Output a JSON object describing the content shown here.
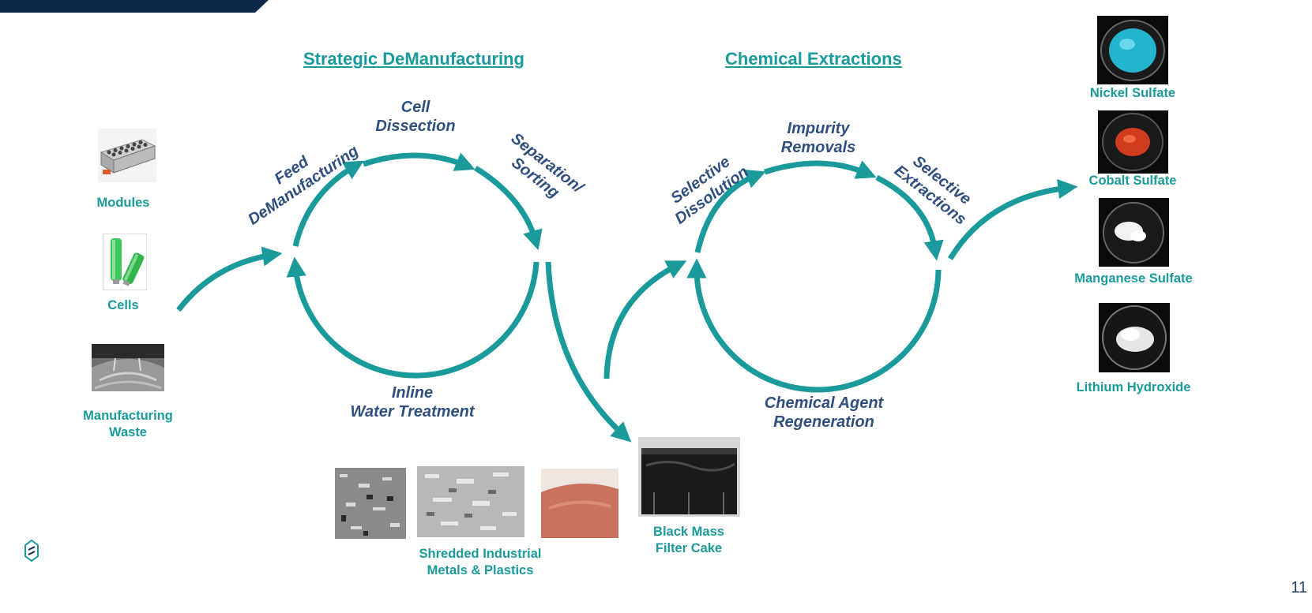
{
  "titles": {
    "left": "Strategic DeManufacturing",
    "right": "Chemical Extractions"
  },
  "inputs": {
    "modules": "Modules",
    "cells": "Cells",
    "waste_line1": "Manufacturing",
    "waste_line2": "Waste"
  },
  "left_cycle": {
    "feed_line1": "Feed",
    "feed_line2": "DeManufacturing",
    "dissection_line1": "Cell",
    "dissection_line2": "Dissection",
    "separation_line1": "Separation/",
    "separation_line2": "Sorting",
    "water_line1": "Inline",
    "water_line2": "Water Treatment"
  },
  "right_cycle": {
    "dissolution_line1": "Selective",
    "dissolution_line2": "Dissolution",
    "impurity_line1": "Impurity",
    "impurity_line2": "Removals",
    "extractions_line1": "Selective",
    "extractions_line2": "Extractions",
    "regeneration_line1": "Chemical Agent",
    "regeneration_line2": "Regeneration"
  },
  "intermediates": {
    "shredded_line1": "Shredded Industrial",
    "shredded_line2": "Metals & Plastics",
    "blackmass_line1": "Black Mass",
    "blackmass_line2": "Filter Cake"
  },
  "products": {
    "nickel": "Nickel Sulfate",
    "cobalt": "Cobalt Sulfate",
    "manganese": "Manganese Sulfate",
    "lithium": "Lithium Hydroxide"
  },
  "page_number": "11",
  "colors": {
    "teal": "#1a9a9a",
    "navy": "#2f4f7f",
    "bar": "#0d2a4a"
  },
  "icons": {
    "logo": "company-logo-icon"
  }
}
